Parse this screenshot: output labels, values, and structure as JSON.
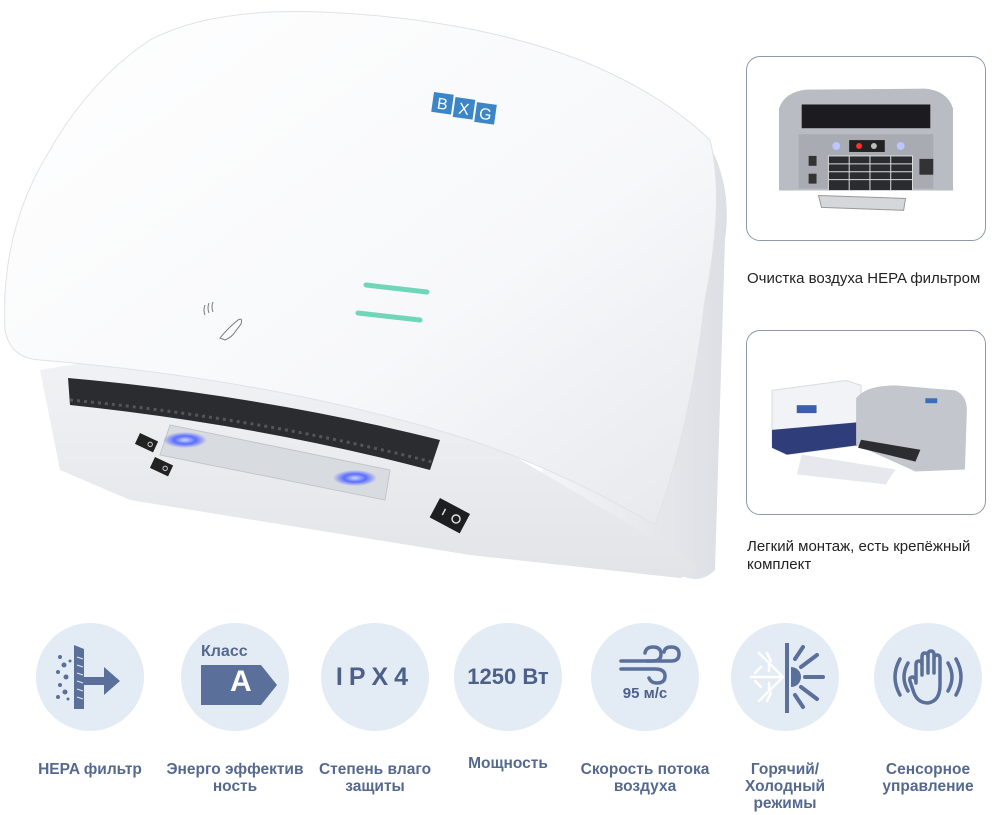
{
  "product": {
    "brand_logo": [
      "B",
      "X",
      "G"
    ],
    "brand_color": "#3c86c8",
    "indicator_color": "#6fd7b8",
    "led_color": "#5a6cff"
  },
  "side_panels": [
    {
      "caption": "Очистка воздуха HEPA фильтром",
      "image": "hepa-filter-photo"
    },
    {
      "caption": "Легкий монтаж, есть крепёжный комплект",
      "image": "mounting-kit-photo"
    }
  ],
  "features": [
    {
      "icon": "hepa-filter-icon",
      "label": "HEPA фильтр"
    },
    {
      "icon": "energy-class-icon",
      "icon_text_top": "Класс",
      "icon_text_main": "A",
      "label": "Энерго эффектив ность"
    },
    {
      "icon": "ipx4-icon",
      "icon_text_main": "IPX4",
      "label": "Степень влаго защиты"
    },
    {
      "icon": "power-icon",
      "icon_text_main": "1250 Вт",
      "label": "Мощность"
    },
    {
      "icon": "wind-icon",
      "icon_text_main": "95 м/с",
      "label": "Скорость потока воздуха"
    },
    {
      "icon": "hot-cold-icon",
      "label": "Горячий/ Холодный режимы"
    },
    {
      "icon": "touch-sensor-icon",
      "label": "Сенсорное управление"
    }
  ],
  "colors": {
    "circle_bg": "#e3ebf5",
    "icon_blue": "#5a6f9a",
    "label_blue": "#55698f"
  }
}
